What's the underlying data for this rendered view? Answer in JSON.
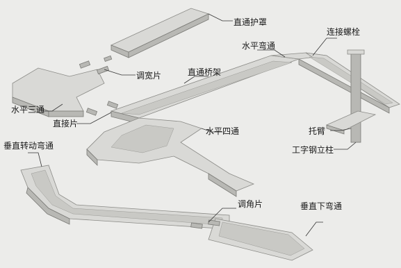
{
  "labels": {
    "straight_cover": "直通护罩",
    "connecting_bolt": "连接螺栓",
    "horizontal_elbow": "水平弯通",
    "adjusting_width_plate": "调宽片",
    "straight_tray": "直通桥架",
    "horizontal_tee": "水平三通",
    "straight_connector": "直接片",
    "horizontal_cross": "水平四通",
    "bracket": "托臂",
    "i_beam_column": "工字钢立柱",
    "vertical_rotating_elbow": "垂直转动弯通",
    "angle_adjusting_plate": "调角片",
    "vertical_down_elbow": "垂直下弯通"
  }
}
